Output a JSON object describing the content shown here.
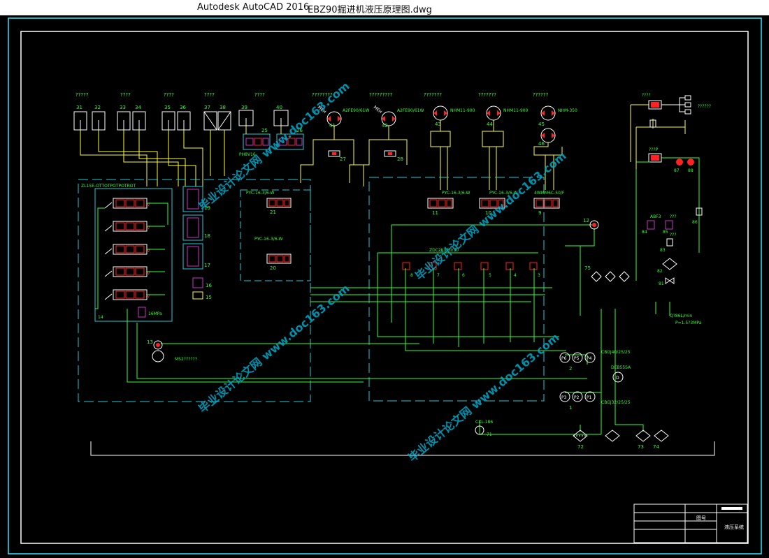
{
  "window": {
    "app_name": "Autodesk AutoCAD 2016",
    "file_name": "EBZ90掘进机液压原理图.dwg"
  },
  "colors": {
    "background": "#000000",
    "border": "#ffffff",
    "frame": "#2ee6ff",
    "line_green": "#33ff33",
    "line_yellow": "#ffff33",
    "line_cyan": "#22ccdd",
    "component_red": "#ff2222",
    "component_magenta": "#cc33cc",
    "watermark": "#00aacc"
  },
  "diagram": {
    "top_question_labels": [
      "?????",
      "????",
      "????",
      "????",
      "????",
      "????????",
      "?????????",
      "???????",
      "???????",
      "??????"
    ],
    "cylinders": [
      {
        "num": "31"
      },
      {
        "num": "32"
      },
      {
        "num": "33"
      },
      {
        "num": "34"
      },
      {
        "num": "35"
      },
      {
        "num": "36"
      },
      {
        "num": "37"
      },
      {
        "num": "38"
      },
      {
        "num": "39"
      },
      {
        "num": "40"
      }
    ],
    "motors": [
      {
        "num": "41",
        "label": "A2FE90/61W"
      },
      {
        "num": "42",
        "label": "A2FE90/61W"
      },
      {
        "num": "43",
        "label": "NHM11-900"
      },
      {
        "num": "44",
        "label": "NHM11-900"
      },
      {
        "num": "45",
        "label": "NHM-350"
      },
      {
        "num": "46",
        "label": ""
      }
    ],
    "motor_tags": [
      "MEH",
      "MEH"
    ],
    "valve_blocks": [
      {
        "num": "25",
        "label": "PH8V16"
      },
      {
        "num": "26",
        "label": ""
      },
      {
        "num": "27",
        "label": ""
      },
      {
        "num": "28",
        "label": ""
      }
    ],
    "multiway_valve_label": "ZL15E-OTTOTPOTPOTROT",
    "left_valves": [
      "V",
      "V",
      "V",
      "V",
      "V"
    ],
    "magenta_valve_nums": [
      "19",
      "18",
      "17"
    ],
    "small_valve_nums": [
      "16",
      "15"
    ],
    "relief_label": "16MPa",
    "block_num_14": "14",
    "mid_valve_labels": [
      {
        "num": "21",
        "label": "PYC-16-3/6-W"
      },
      {
        "num": "20",
        "label": "PYC-16-3/6-W"
      }
    ],
    "right_valve_labels": [
      {
        "num": "11",
        "label": "PYC-16-3/6-W"
      },
      {
        "num": "10",
        "label": "PYC-16-3/6-W"
      },
      {
        "num": "9",
        "label": "4WMM6C-50/F"
      }
    ],
    "manifold_label": "ZDC2KX10/30",
    "check_valve_nums": [
      "8",
      "7",
      "6",
      "5",
      "4",
      "3"
    ],
    "gauge_12": "12",
    "gauge_13": "13",
    "pressure_label": "MS2??????",
    "filter_75": "75",
    "pump_group_1": {
      "num": "2",
      "label": "CBGJ40/25/25",
      "pumps": [
        "P6",
        "P5",
        "P4"
      ]
    },
    "pump_group_2": {
      "num": "1",
      "label": "CBGJ32/25/25",
      "pumps": [
        "P3",
        "P2",
        "P1"
      ]
    },
    "motor_d": {
      "label": "DEB55SA",
      "num": "D"
    },
    "pump_71": {
      "num": "71",
      "label": "CXL-186"
    },
    "filters_bottom": [
      "72",
      "73",
      "74"
    ],
    "right_top": {
      "label_1": "????",
      "label_2": "??????"
    },
    "right_mid": {
      "label": "???P",
      "g87": "87",
      "g88": "88"
    },
    "right_components": {
      "c84": "84",
      "c85": "85",
      "c86": "86",
      "c83": "83",
      "c82": "82",
      "c81": "81",
      "label_abf": "ABF3",
      "q1": "???",
      "q2": "???"
    },
    "flow_label": "Q?86L/min",
    "pressure_value": "P=1.5?3MPa",
    "title_block": {
      "title": "液压系统",
      "sub": "图号"
    }
  },
  "watermark": "毕业设计论文网 www.doc163.com"
}
